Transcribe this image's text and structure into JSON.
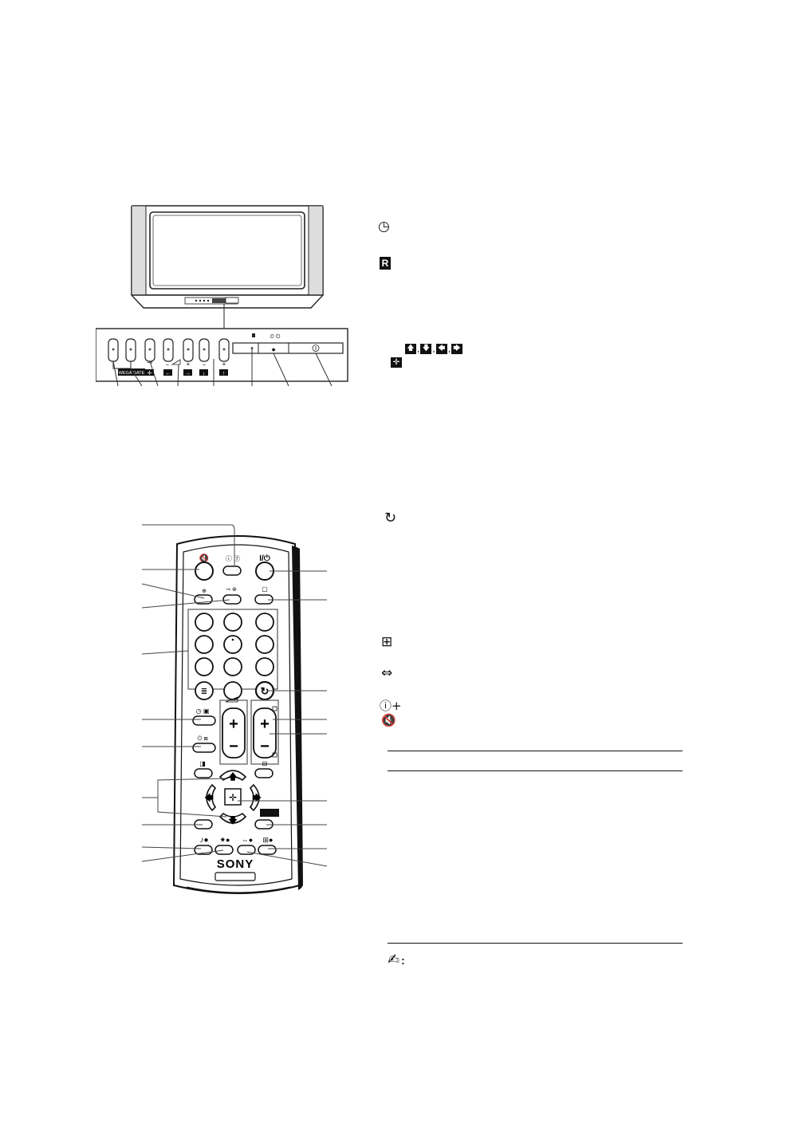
{
  "tv_panel": {
    "gate_label": "WEGA GATE",
    "volume_minus": "–",
    "volume_plus": "+",
    "program_minus": "–",
    "program_plus": "+"
  },
  "remote": {
    "brand": "SONY",
    "power_label": "I/⏻"
  },
  "side_symbols": {
    "timer": "◷",
    "r_box": "R",
    "arrow_up": "🡅",
    "arrow_down": "🡇",
    "arrow_left": "🡄",
    "arrow_right": "🡆",
    "arrow_sep": ",",
    "ok": "✛",
    "swap": "↻",
    "picture_format": "⊞",
    "dual": "⇔",
    "info": "ⓘ+",
    "mute": "🔇",
    "note_icon": "✍",
    "note_colon": ":"
  }
}
